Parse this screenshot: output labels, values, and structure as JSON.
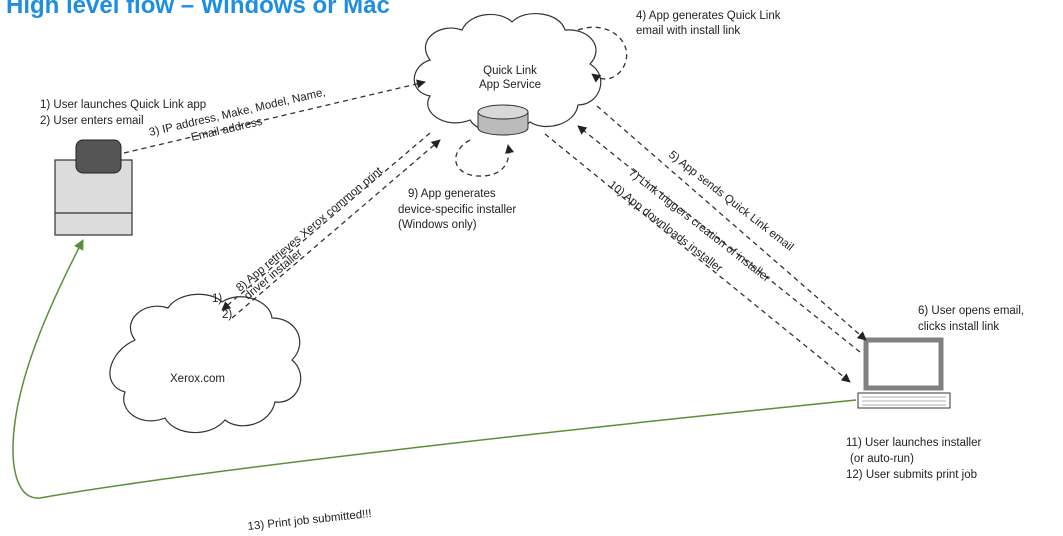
{
  "title": "High level flow – Windows or Mac",
  "nodes": {
    "service": [
      "Quick Link",
      "App Service"
    ],
    "xerox": "Xerox.com"
  },
  "steps": {
    "s1": "1)   User launches  Quick  Link  app",
    "s2": "2)   User enters  email",
    "s3a": "3) IP address,  Make,  Model,  Name,",
    "s3b": "Email address",
    "s4a": "4) App generates  Quick Link",
    "s4b": "email with install  link",
    "s5": "5) App sends Quick Link email",
    "s6a": "6) User opens email,",
    "s6b": "clicks install link",
    "s7": "7) Link triggers creation of installer",
    "s8a": "8) App retrieves Xerox common print",
    "s8b": "driver installer",
    "s8num1": "1)",
    "s8num2": "2)",
    "s9a": "9) App generates",
    "s9b": "device-specific  installer",
    "s9c": "(Windows only)",
    "s10": "10) App downloads installer",
    "s11a": "11) User launches  installer",
    "s11b": "(or auto-run)",
    "s12": "12) User submits print job",
    "s13": "13) Print job submitted!!!"
  },
  "colors": {
    "title": "#1e8fe0",
    "flow_line": "#333333",
    "print_job_line": "#5a8f3a",
    "device_fill": "#dcdcdc",
    "laptop_frame": "#808080"
  },
  "icons": [
    "cloud-icon",
    "database-icon",
    "printer-icon",
    "laptop-icon"
  ]
}
